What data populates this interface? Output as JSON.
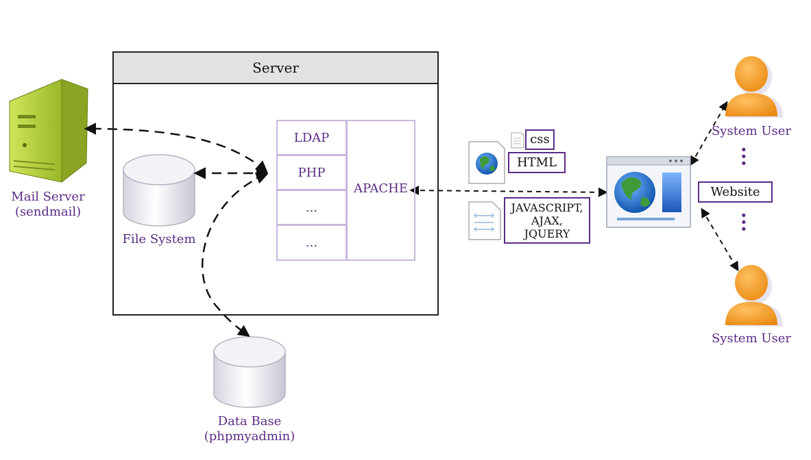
{
  "server": {
    "title": "Server"
  },
  "stack": {
    "ldap": "LDAP",
    "php": "PHP",
    "slot1": "...",
    "slot2": "...",
    "apache": "APACHE"
  },
  "mail_server": {
    "line1": "Mail Server",
    "line2": "(sendmail)"
  },
  "file_system": {
    "label": "File System"
  },
  "database": {
    "line1": "Data Base",
    "line2": "(phpmyadmin)"
  },
  "assets": {
    "css": "css",
    "html": "HTML",
    "js_line1": "JAVASCRIPT,",
    "js_line2": "AJAX,",
    "js_line3": "JQUERY"
  },
  "website": {
    "label": "Website"
  },
  "users": {
    "top": "System User",
    "bottom": "System User"
  },
  "colors": {
    "accent": "#5b2a86",
    "server_green": "#b6d43a",
    "user_orange": "#f29a1e",
    "cylinder": "#e9e6ee"
  },
  "icons": [
    "mail-server-icon",
    "cylinder-icon",
    "globe-document-icon",
    "code-document-icon",
    "browser-window-icon",
    "user-icon"
  ]
}
